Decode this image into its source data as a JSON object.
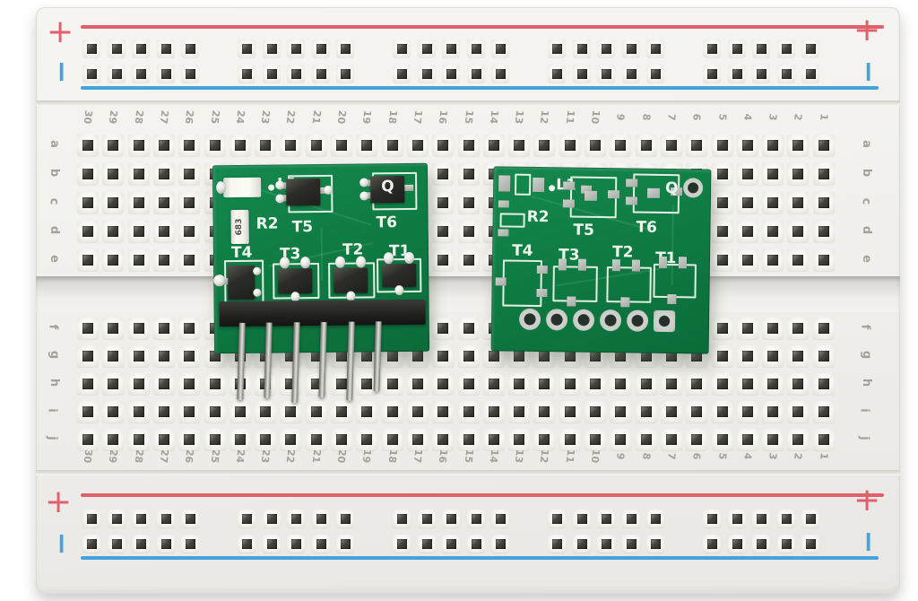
{
  "breadboard": {
    "column_numbers": [
      30,
      29,
      28,
      27,
      26,
      25,
      24,
      23,
      22,
      21,
      20,
      19,
      18,
      17,
      16,
      15,
      14,
      13,
      12,
      11,
      10,
      9,
      8,
      7,
      6,
      5,
      4,
      3,
      2,
      1
    ],
    "row_letters_top": [
      "a",
      "b",
      "c",
      "d",
      "e"
    ],
    "row_letters_bottom": [
      "f",
      "g",
      "h",
      "i",
      "j"
    ],
    "power_rail": {
      "plus_symbol": "+",
      "minus_symbol": "−",
      "groups_per_row": 5,
      "holes_per_group": 5,
      "rows_per_rail": 2
    },
    "colors": {
      "body": "#f1f0ec",
      "positive_line": "#e2606c",
      "negative_line": "#43a3da",
      "hole": "#2b2b27",
      "labels": "#a3a19b"
    }
  },
  "pcb_labels": {
    "l1": "L1",
    "r2": "R2",
    "t1": "T1",
    "t2": "T2",
    "t3": "T3",
    "t4": "T4",
    "t5": "T5",
    "t6": "T6",
    "q": "Q"
  },
  "pcb_left": {
    "type": "assembled",
    "resistor_marking": "683",
    "header_pin_count": 6
  },
  "pcb_right": {
    "type": "bare",
    "through_hole_count": 6
  },
  "pcb_colors": {
    "solder_mask": "#0f7c43",
    "silkscreen": "#edf4ec"
  }
}
